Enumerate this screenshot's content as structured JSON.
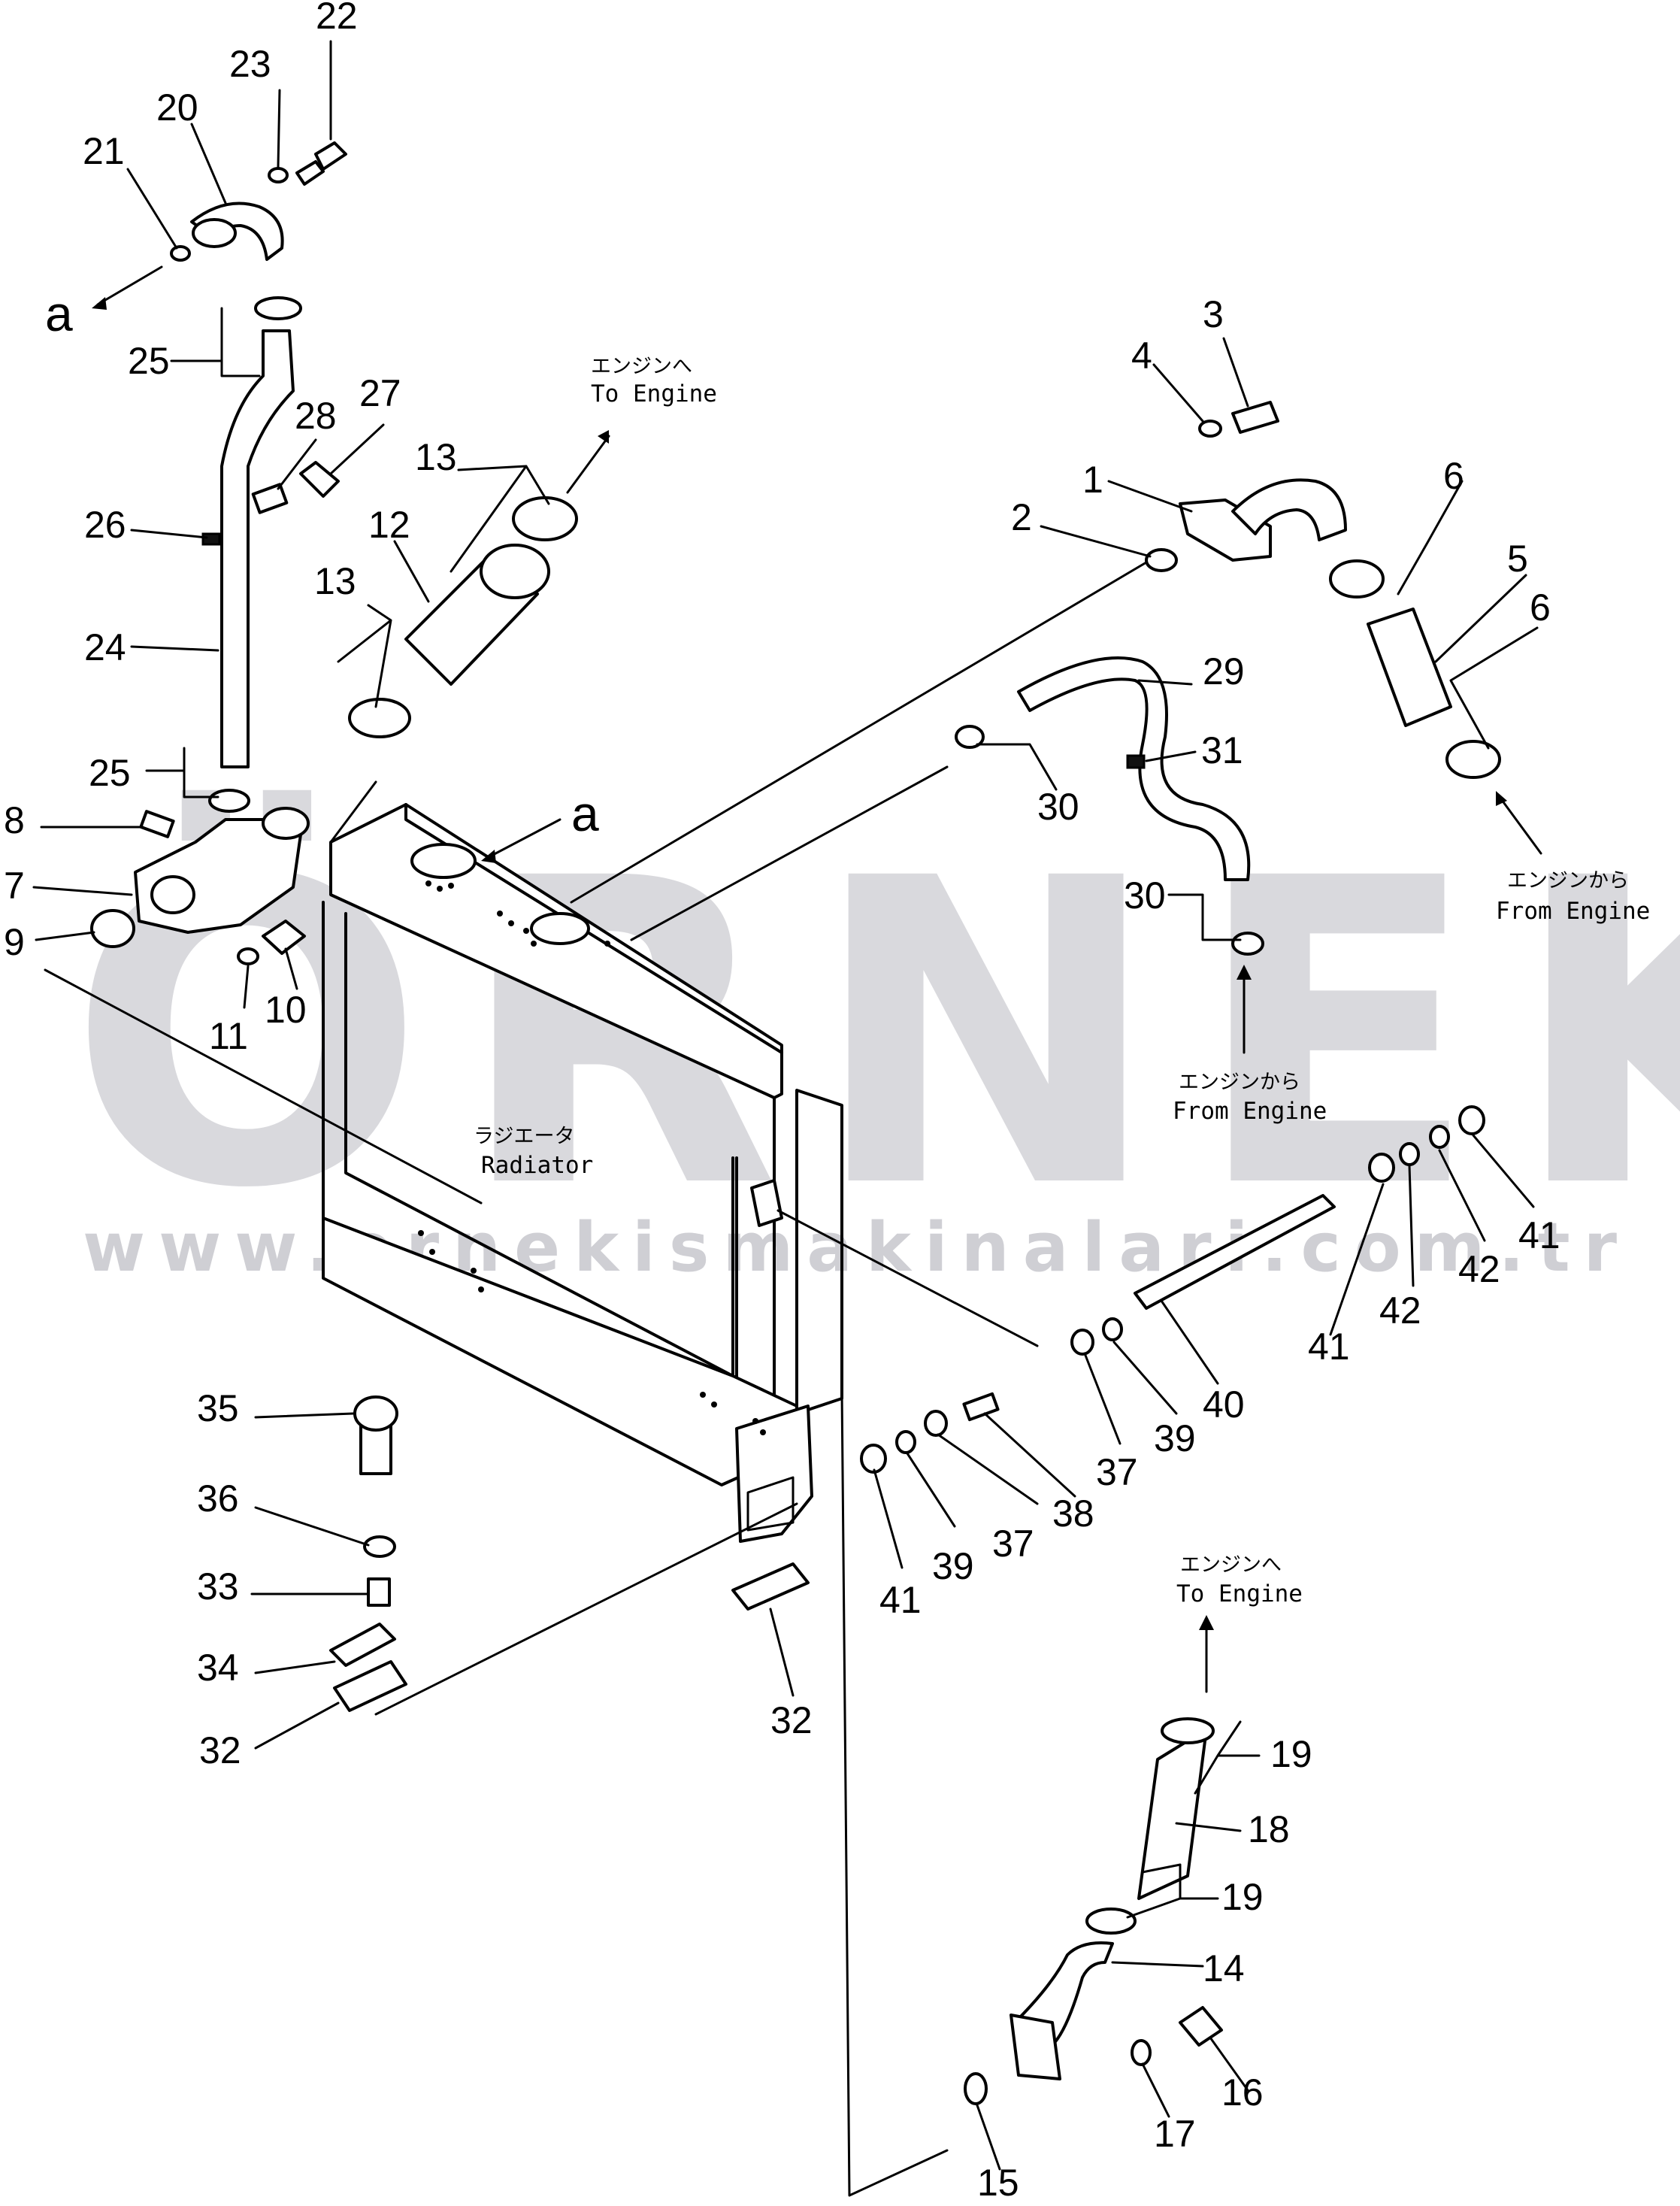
{
  "watermark": {
    "brand": "ÖRNEK",
    "url": "www.ornekismakinalari.com.tr",
    "accent_color": "#f2c200",
    "gray_color": "#d9d9dd"
  },
  "radiator_label": {
    "jp": "ラジエータ",
    "en": "Radiator"
  },
  "direction_labels": [
    {
      "id": "to-engine-top",
      "jp": "エンジンへ",
      "en": "To Engine"
    },
    {
      "id": "from-engine-right",
      "jp": "エンジンから",
      "en": "From Engine"
    },
    {
      "id": "from-engine-mid",
      "jp": "エンジンから",
      "en": "From Engine"
    },
    {
      "id": "to-engine-bottom",
      "jp": "エンジンへ",
      "en": "To Engine"
    }
  ],
  "letter_refs": [
    "a",
    "a"
  ],
  "callouts": [
    "22",
    "23",
    "20",
    "21",
    "25",
    "28",
    "27",
    "26",
    "24",
    "13",
    "12",
    "13",
    "25",
    "8",
    "7",
    "9",
    "11",
    "10",
    "3",
    "4",
    "1",
    "2",
    "6",
    "5",
    "6",
    "29",
    "31",
    "30",
    "30",
    "41",
    "42",
    "42",
    "41",
    "40",
    "39",
    "37",
    "38",
    "37",
    "39",
    "41",
    "35",
    "36",
    "33",
    "34",
    "32",
    "32",
    "19",
    "18",
    "19",
    "14",
    "16",
    "17",
    "15"
  ]
}
